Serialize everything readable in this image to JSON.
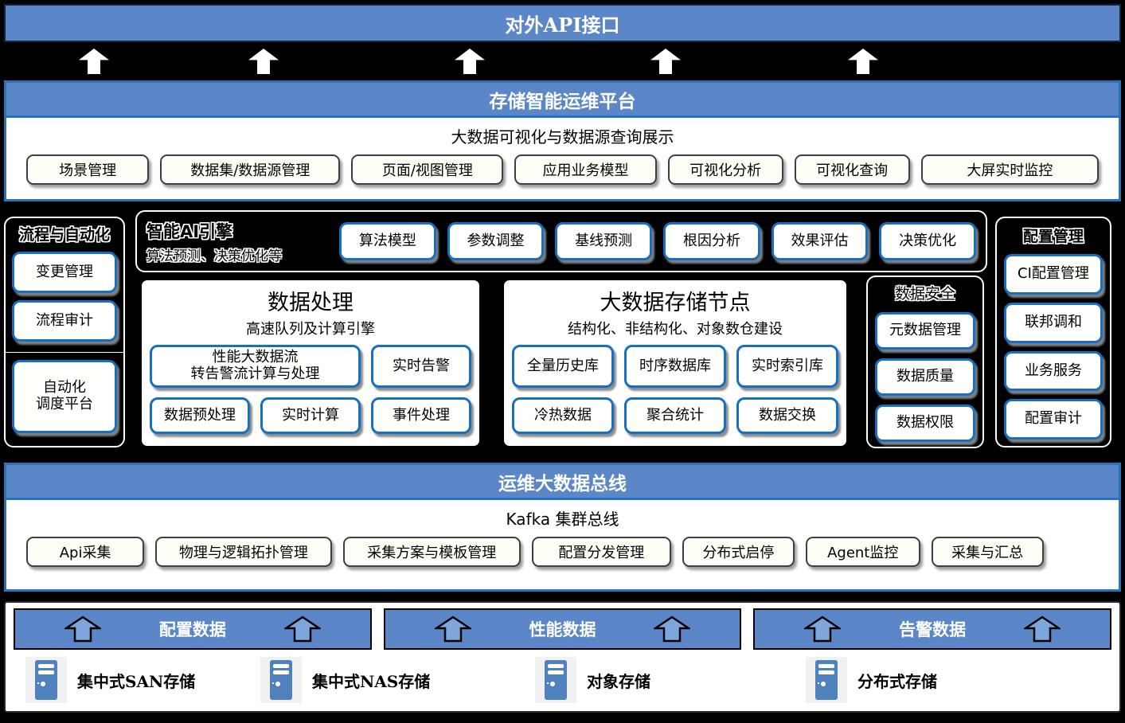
{
  "colors": {
    "bar_blue": "#5b87c9",
    "container_border_blue": "#2b72bd",
    "button_border_blue": "#176fc1",
    "flow_arrow_fill": "#7ca6dc",
    "server_icon_blue": "#4f81bd",
    "pill_bg": "#fffef6"
  },
  "top_bar": {
    "title": "对外API接口"
  },
  "platform": {
    "title": "存储智能运维平台",
    "subtitle": "大数据可视化与数据源查询展示",
    "buttons": [
      "场景管理",
      "数据集/数据源管理",
      "页面/视图管理",
      "应用业务模型",
      "可视化分析",
      "可视化查询",
      "大屏实时监控"
    ]
  },
  "process_panel": {
    "title": "流程与自动化",
    "change_button": "变更管理",
    "audit_button": "流程审计",
    "scheduler_button": [
      "自动化",
      "调度平台"
    ]
  },
  "ai_panel": {
    "title": "智能AI引擎",
    "subtitle": "算法预测、决策优化等",
    "buttons": [
      "算法模型",
      "参数调整",
      "基线预测",
      "根因分析",
      "效果评估",
      "决策优化"
    ]
  },
  "data_processing": {
    "title": "数据处理",
    "subtitle": "高速队列及计算引擎",
    "wide_button": [
      "性能大数据流",
      "转告警流计算与处理"
    ],
    "alert_button": "实时告警",
    "row2": [
      "数据预处理",
      "实时计算",
      "事件处理"
    ]
  },
  "storage_node": {
    "title": "大数据存储节点",
    "subtitle": "结构化、非结构化、对象数仓建设",
    "row1": [
      "全量历史库",
      "时序数据库",
      "实时索引库"
    ],
    "row2": [
      "冷热数据",
      "聚合统计",
      "数据交换"
    ]
  },
  "data_security": {
    "title": "数据安全",
    "buttons": [
      "元数据管理",
      "数据质量",
      "数据权限"
    ]
  },
  "config_panel": {
    "title": "配置管理",
    "buttons": [
      "CI配置管理",
      "联邦调和",
      "业务服务",
      "配置审计"
    ]
  },
  "bus": {
    "title": "运维大数据总线",
    "subtitle": "Kafka 集群总线",
    "buttons": [
      "Api采集",
      "物理与逻辑拓扑管理",
      "采集方案与模板管理",
      "配置分发管理",
      "分布式启停",
      "Agent监控",
      "采集与汇总"
    ]
  },
  "data_flows": [
    {
      "label": "配置数据"
    },
    {
      "label": "性能数据"
    },
    {
      "label": "告警数据"
    }
  ],
  "storage_types": [
    {
      "label": "集中式SAN存储"
    },
    {
      "label": "集中式NAS存储"
    },
    {
      "label": "对象存储"
    },
    {
      "label": "分布式存储"
    }
  ]
}
